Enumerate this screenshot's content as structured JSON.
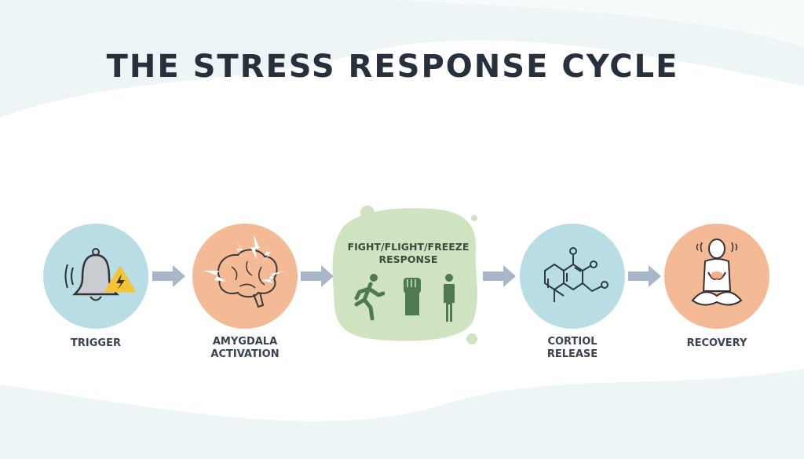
{
  "title": "THE STRESS RESPONSE CYCLE",
  "steps": [
    {
      "label": "TRIGGER",
      "icon": "bell-warning-icon",
      "color": "#b9dde5"
    },
    {
      "label_line1": "AMYGDALA",
      "label_line2": "ACTIVATION",
      "icon": "brain-lightning-icon",
      "color": "#f4b995"
    },
    {
      "label_line1": "FIGHT/FLIGHT/FREEZE",
      "label_line2": "RESPONSE",
      "icon": "run-fist-stand-icons",
      "color": "#cfe3c0"
    },
    {
      "label_line1": "CORTIOL",
      "label_line2": "RELEASE",
      "icon": "molecule-icon",
      "color": "#b9dde5"
    },
    {
      "label": "RECOVERY",
      "icon": "meditation-icon",
      "color": "#f4b995"
    }
  ]
}
